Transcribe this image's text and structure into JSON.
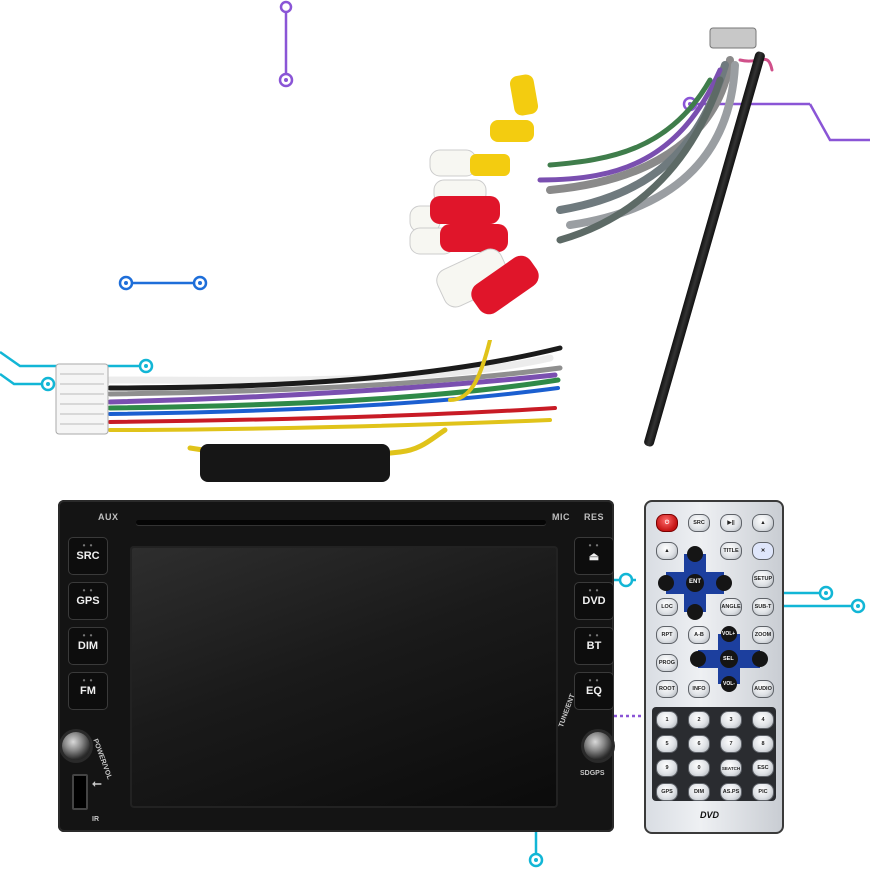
{
  "head_unit": {
    "label_aux": "AUX",
    "label_mic": "MIC",
    "label_res": "RES",
    "left_buttons": [
      "SRC",
      "GPS",
      "DIM",
      "FM"
    ],
    "right_buttons": [
      "",
      "DVD",
      "BT",
      "EQ"
    ],
    "label_power_vol": "POWER/VOL",
    "label_tune_ent": "TUNE/ENT",
    "label_sd_gps": "SDGPS",
    "label_ir": "IR"
  },
  "remote": {
    "top_row": [
      "",
      "SRC",
      "▶||",
      "▲"
    ],
    "row2": [
      "",
      "",
      "TITLE",
      ""
    ],
    "nav_labels": [
      "ENT",
      "SETUP"
    ],
    "row4": [
      "LOC",
      "",
      "ANGLE",
      "SUB-T"
    ],
    "row5": [
      "RPT",
      "A-B",
      "VOL+",
      "ZOOM"
    ],
    "row6": [
      "PROG",
      "",
      "SEL",
      ""
    ],
    "row7": [
      "ROOT",
      "INFO",
      "VOL-",
      "AUDIO"
    ],
    "keypad": [
      [
        "1",
        "2",
        "3",
        "4"
      ],
      [
        "5",
        "6",
        "7",
        "8"
      ],
      [
        "9",
        "0",
        "SEATCH",
        "ESC"
      ],
      [
        "GPS",
        "DIM",
        "AS.PS",
        "PIC"
      ]
    ],
    "logo": "DVD"
  },
  "colors": {
    "accent_purple": "#8a55d6",
    "accent_blue": "#1e6ed9",
    "accent_cyan": "#12b6d6",
    "remote_blue": "#1c3f9e"
  }
}
